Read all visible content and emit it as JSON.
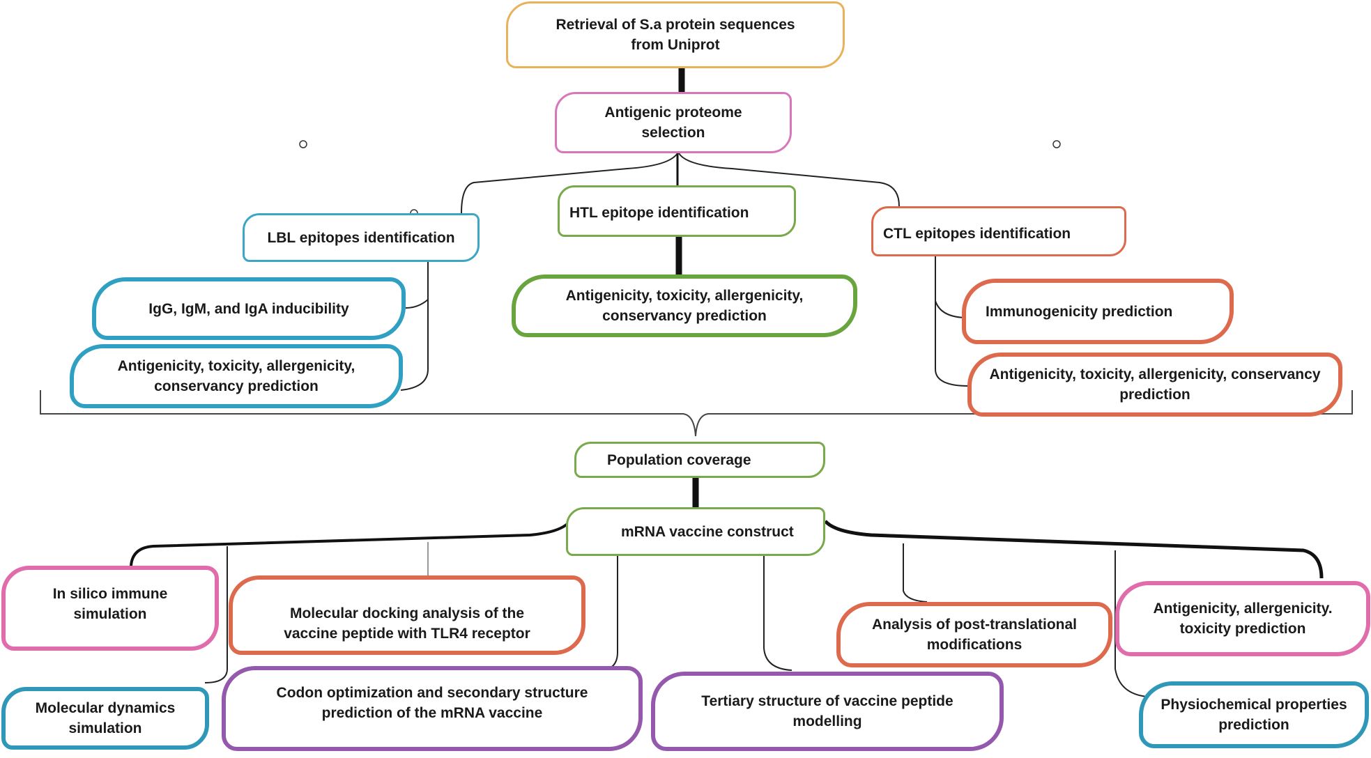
{
  "nodes": {
    "retrieval": "Retrieval of S.a protein sequences\nfrom Uniprot",
    "antigenic_selection": "Antigenic proteome\nselection",
    "lbl": "LBL epitopes identification",
    "htl": "HTL epitope identification",
    "ctl": "CTL epitopes identification",
    "igg": "IgG, IgM, and IgA inducibility",
    "lbl_pred": "Antigenicity, toxicity, allergenicity,\nconservancy prediction",
    "htl_pred": "Antigenicity, toxicity, allergenicity,\nconservancy prediction",
    "immuno": "Immunogenicity prediction",
    "ctl_pred": "Antigenicity, toxicity, allergenicity, conservancy\nprediction",
    "population": "Population coverage",
    "mrna": "mRNA vaccine construct",
    "immune_sim": "In silico immune\nsimulation",
    "md_sim": "Molecular dynamics\nsimulation",
    "docking": "Molecular docking analysis of the\nvaccine peptide with TLR4 receptor",
    "codon": "Codon optimization and secondary structure\nprediction of the mRNA vaccine",
    "tertiary": "Tertiary structure of vaccine peptide\nmodelling",
    "ptm": "Analysis of post-translational\nmodifications",
    "aat": "Antigenicity, allergenicity.\ntoxicity prediction",
    "physio": "Physiochemical properties\nprediction"
  },
  "colors": {
    "orange": "#e8b25a",
    "pink": "#d776b8",
    "green": "#78a94a",
    "blue": "#3fa5c5",
    "red": "#dd6a4d",
    "purple": "#9459ad",
    "connector": "#1a1a1a"
  }
}
